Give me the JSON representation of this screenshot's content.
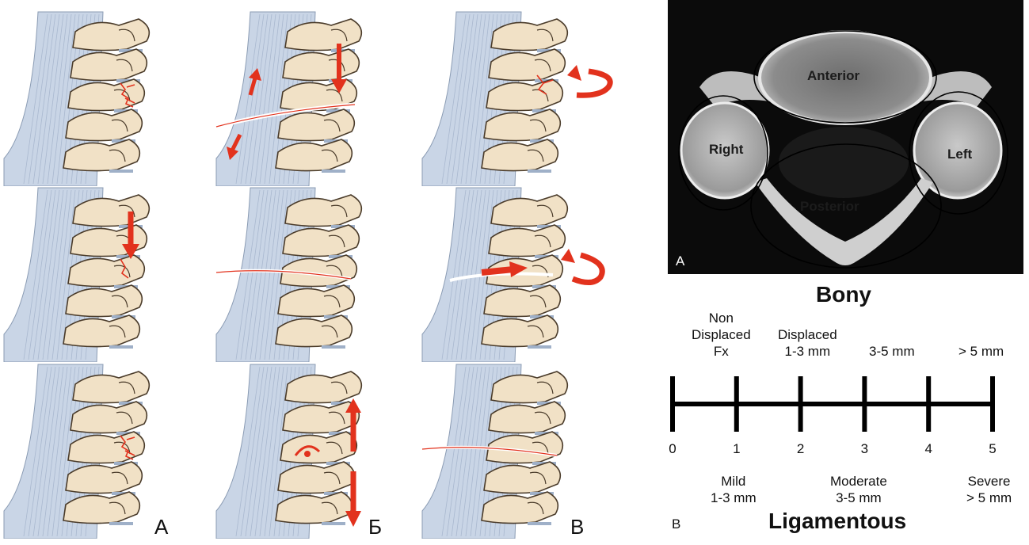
{
  "fracture_panels": {
    "column_letters": [
      "А",
      "Б",
      "В"
    ]
  },
  "ct_image": {
    "regions": [
      "Anterior",
      "Right",
      "Left",
      "Posterior"
    ],
    "corner_label": "A"
  },
  "scale": {
    "top_title": "Bony",
    "bottom_title": "Ligamentous",
    "corner_label": "B",
    "ticks": [
      "0",
      "1",
      "2",
      "3",
      "4",
      "5"
    ],
    "bony_labels": [
      [
        "Non",
        "Displaced",
        "Fx"
      ],
      [
        "Displaced",
        "1-3 mm"
      ],
      [
        "3-5 mm"
      ],
      [
        "> 5 mm"
      ]
    ],
    "ligamentous_labels": [
      [
        "Mild",
        "1-3 mm"
      ],
      [
        "Moderate",
        "3-5 mm"
      ],
      [
        "Severe",
        "> 5 mm"
      ]
    ]
  }
}
